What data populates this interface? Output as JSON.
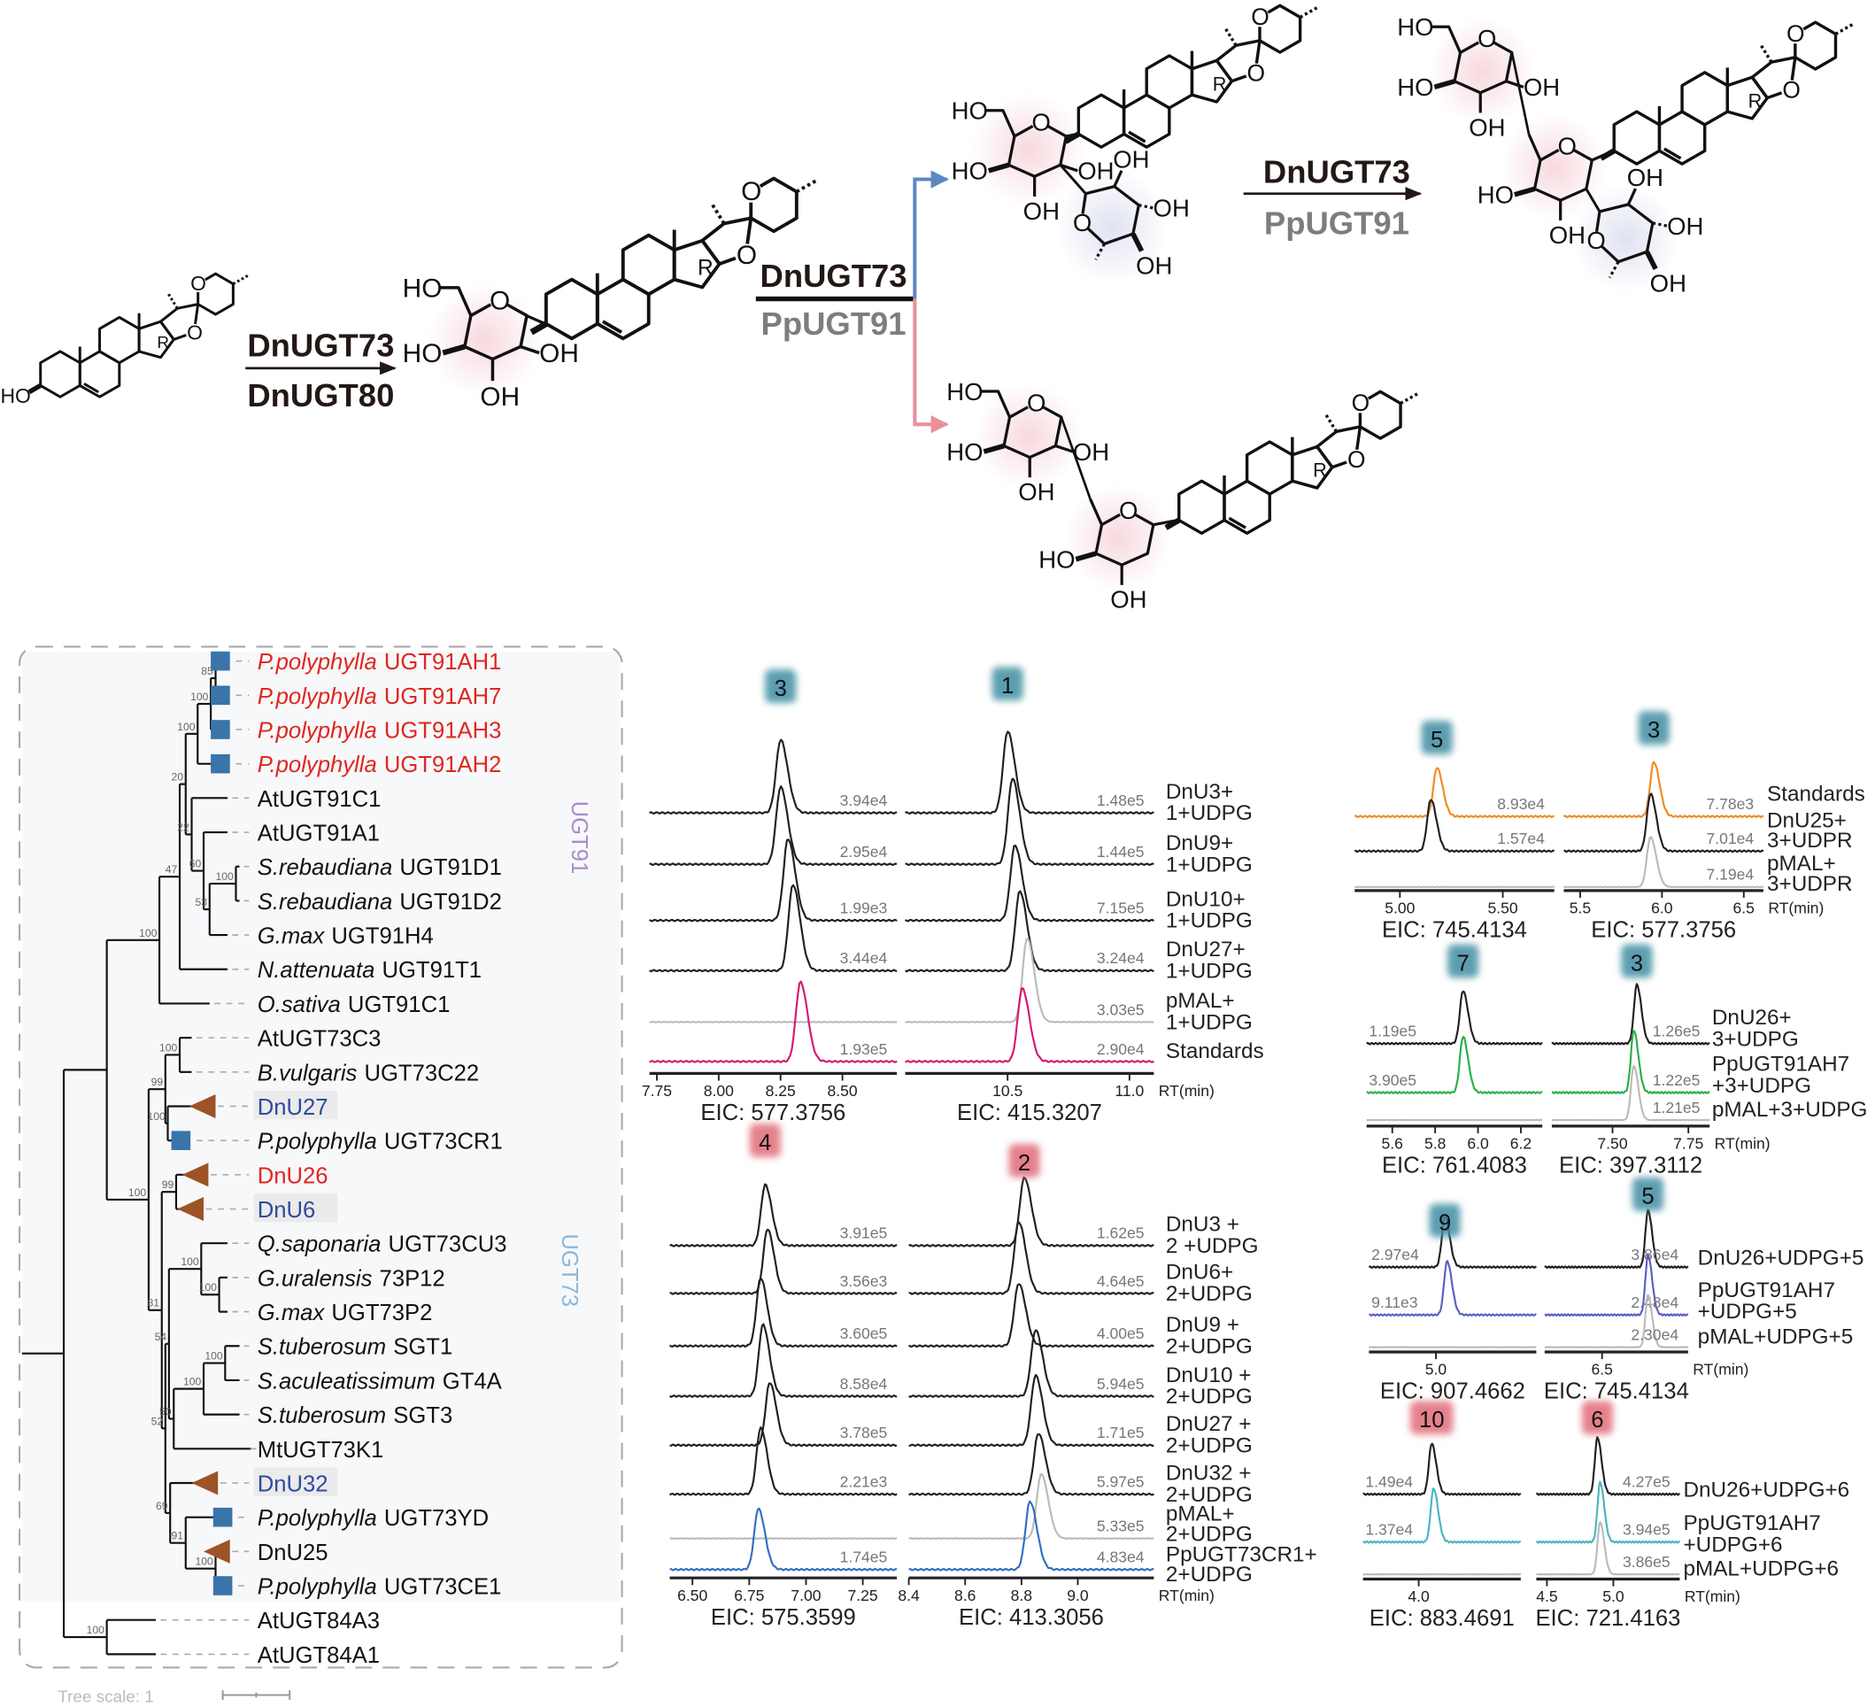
{
  "atoms": {
    "ho": "HO",
    "oh": "OH",
    "o": "O",
    "r": "R"
  },
  "reaction": {
    "step1": {
      "top": "DnUGT73",
      "bottom": "DnUGT80"
    },
    "step2": {
      "top": "DnUGT73",
      "bottom": "PpUGT91"
    },
    "step3": {
      "top": "DnUGT73",
      "bottom": "PpUGT91"
    },
    "colors": {
      "upper_branch": "#5b87c2",
      "lower_branch": "#e8919b"
    }
  },
  "tree": {
    "clade_labels": {
      "ugt91": "UGT91",
      "ugt73": "UGT73"
    },
    "scale_label": "Tree scale: 1",
    "leaves": [
      {
        "species": "P.polyphylla",
        "gene": "UGT91AH1",
        "color": "#e0261f",
        "marker": "square"
      },
      {
        "species": "P.polyphylla",
        "gene": "UGT91AH7",
        "color": "#e0261f",
        "marker": "square"
      },
      {
        "species": "P.polyphylla",
        "gene": "UGT91AH3",
        "color": "#e0261f",
        "marker": "square"
      },
      {
        "species": "P.polyphylla",
        "gene": "UGT91AH2",
        "color": "#e0261f",
        "marker": "square"
      },
      {
        "species": "",
        "gene": "AtUGT91C1",
        "color": "#111111",
        "marker": ""
      },
      {
        "species": "",
        "gene": "AtUGT91A1",
        "color": "#111111",
        "marker": ""
      },
      {
        "species": "S.rebaudiana",
        "gene": "UGT91D1",
        "color": "#111111",
        "marker": ""
      },
      {
        "species": "S.rebaudiana",
        "gene": "UGT91D2",
        "color": "#111111",
        "marker": ""
      },
      {
        "species": "G.max",
        "gene": "UGT91H4",
        "color": "#111111",
        "marker": ""
      },
      {
        "species": "N.attenuata",
        "gene": "UGT91T1",
        "color": "#111111",
        "marker": ""
      },
      {
        "species": "O.sativa",
        "gene": "UGT91C1",
        "color": "#111111",
        "marker": ""
      },
      {
        "species": "",
        "gene": "AtUGT73C3",
        "color": "#111111",
        "marker": ""
      },
      {
        "species": "B.vulgaris",
        "gene": "UGT73C22",
        "color": "#111111",
        "marker": ""
      },
      {
        "species": "",
        "gene": "DnU27",
        "color": "#2f4aa0",
        "marker": "triangle",
        "highlight": true
      },
      {
        "species": "P.polyphylla",
        "gene": "UGT73CR1",
        "color": "#111111",
        "marker": "square"
      },
      {
        "species": "",
        "gene": "DnU26",
        "color": "#e0261f",
        "marker": "triangle"
      },
      {
        "species": "",
        "gene": "DnU6",
        "color": "#2f4aa0",
        "marker": "triangle",
        "highlight": true
      },
      {
        "species": "Q.saponaria",
        "gene": "UGT73CU3",
        "color": "#111111",
        "marker": ""
      },
      {
        "species": "G.uralensis",
        "gene": "73P12",
        "color": "#111111",
        "marker": ""
      },
      {
        "species": "G.max",
        "gene": "UGT73P2",
        "color": "#111111",
        "marker": ""
      },
      {
        "species": "S.tuberosum",
        "gene": "SGT1",
        "color": "#111111",
        "marker": ""
      },
      {
        "species": "S.aculeatissimum",
        "gene": "GT4A",
        "color": "#111111",
        "marker": ""
      },
      {
        "species": "S.tuberosum",
        "gene": "SGT3",
        "color": "#111111",
        "marker": ""
      },
      {
        "species": "",
        "gene": "MtUGT73K1",
        "color": "#111111",
        "marker": ""
      },
      {
        "species": "",
        "gene": "DnU32",
        "color": "#2f4aa0",
        "marker": "triangle",
        "highlight": true
      },
      {
        "species": "P.polyphylla",
        "gene": "UGT73YD",
        "color": "#111111",
        "marker": "square"
      },
      {
        "species": "",
        "gene": "DnU25",
        "color": "#111111",
        "marker": "triangle"
      },
      {
        "species": "P.polyphylla",
        "gene": "UGT73CE1",
        "color": "#111111",
        "marker": "square"
      },
      {
        "species": "",
        "gene": "AtUGT84A3",
        "color": "#111111",
        "marker": ""
      },
      {
        "species": "",
        "gene": "AtUGT84A1",
        "color": "#111111",
        "marker": ""
      }
    ],
    "bootstrap": [
      "85",
      "100",
      "100",
      "20",
      "22",
      "60",
      "100",
      "53",
      "47",
      "100",
      "100",
      "100",
      "99",
      "99",
      "100",
      "100",
      "100",
      "100",
      "50",
      "54",
      "91",
      "100",
      "69",
      "52",
      "81",
      "100",
      "100"
    ],
    "marker_colors": {
      "square": "#3a74a8",
      "triangle": "#9c5326"
    }
  },
  "chromatograms": {
    "rt_label": "RT(min)",
    "groups": [
      {
        "samples": [
          [
            "DnU3+",
            "1+UDPG"
          ],
          [
            "DnU9+",
            "1+UDPG"
          ],
          [
            "DnU10+",
            "1+UDPG"
          ],
          [
            "DnU27+",
            "1+UDPG"
          ],
          [
            "pMAL+",
            "1+UDPG"
          ],
          [
            "Standards"
          ]
        ],
        "panels": [
          {
            "badge": "3",
            "badge_color": "#3f8ea3",
            "eic": "EIC: 577.3756",
            "x_range": [
              7.72,
              8.72
            ],
            "ticks": [
              "7.75",
              "8.00",
              "8.25",
              "8.50"
            ],
            "traces": [
              {
                "intensity": "3.94e4",
                "color": "#231f20",
                "rt": 8.25
              },
              {
                "intensity": "2.95e4",
                "color": "#231f20",
                "rt": 8.25
              },
              {
                "intensity": "1.99e3",
                "color": "#231f20",
                "rt": 8.28
              },
              {
                "intensity": "3.44e4",
                "color": "#231f20",
                "rt": 8.3
              },
              {
                "intensity": "",
                "color": "#bbbbbb",
                "rt": null
              },
              {
                "intensity": "1.93e5",
                "color": "#d6186e",
                "rt": 8.33
              }
            ]
          },
          {
            "badge": "1",
            "badge_color": "#3f8ea3",
            "eic": "EIC: 415.3207",
            "x_range": [
              10.08,
              11.1
            ],
            "ticks": [
              "10.5",
              "11.0"
            ],
            "traces": [
              {
                "intensity": "1.48e5",
                "color": "#231f20",
                "rt": 10.5
              },
              {
                "intensity": "1.44e5",
                "color": "#231f20",
                "rt": 10.52
              },
              {
                "intensity": "7.15e5",
                "color": "#231f20",
                "rt": 10.53
              },
              {
                "intensity": "3.24e4",
                "color": "#231f20",
                "rt": 10.55
              },
              {
                "intensity": "3.03e5",
                "color": "#bbbbbb",
                "rt": 10.58
              },
              {
                "intensity": "2.90e4",
                "color": "#d6186e",
                "rt": 10.56
              }
            ]
          }
        ]
      },
      {
        "samples": [
          [
            "DnU3 +",
            "2 +UDPG"
          ],
          [
            "DnU6+",
            "2+UDPG"
          ],
          [
            "DnU9 +",
            "2+UDPG"
          ],
          [
            "DnU10 +",
            "2+UDPG"
          ],
          [
            "DnU27 +",
            "2+UDPG"
          ],
          [
            "DnU32 +",
            "2+UDPG"
          ],
          [
            "pMAL+",
            "2+UDPG"
          ],
          [
            "PpUGT73CR1+",
            "2+UDPG"
          ]
        ],
        "panels": [
          {
            "badge": "4",
            "badge_color": "#e06c78",
            "eic": "EIC: 575.3599",
            "x_range": [
              6.4,
              7.4
            ],
            "ticks": [
              "6.50",
              "6.75",
              "7.00",
              "7.25"
            ],
            "traces": [
              {
                "intensity": "3.91e5",
                "color": "#231f20",
                "rt": 6.82
              },
              {
                "intensity": "3.56e3",
                "color": "#231f20",
                "rt": 6.83
              },
              {
                "intensity": "3.60e5",
                "color": "#231f20",
                "rt": 6.8
              },
              {
                "intensity": "8.58e4",
                "color": "#231f20",
                "rt": 6.81
              },
              {
                "intensity": "3.78e5",
                "color": "#231f20",
                "rt": 6.84
              },
              {
                "intensity": "2.21e3",
                "color": "#231f20",
                "rt": 6.8
              },
              {
                "intensity": "",
                "color": "#bbbbbb",
                "rt": null
              },
              {
                "intensity": "1.74e5",
                "color": "#2f6fc4",
                "rt": 6.79
              }
            ]
          },
          {
            "badge": "2",
            "badge_color": "#e06c78",
            "eic": "EIC: 413.3056",
            "x_range": [
              8.4,
              9.27
            ],
            "ticks": [
              "8.4",
              "8.6",
              "8.8",
              "9.0"
            ],
            "traces": [
              {
                "intensity": "1.62e5",
                "color": "#231f20",
                "rt": 8.81
              },
              {
                "intensity": "4.64e5",
                "color": "#231f20",
                "rt": 8.79
              },
              {
                "intensity": "4.00e5",
                "color": "#231f20",
                "rt": 8.79
              },
              {
                "intensity": "5.94e5",
                "color": "#231f20",
                "rt": 8.85
              },
              {
                "intensity": "1.71e5",
                "color": "#231f20",
                "rt": 8.85
              },
              {
                "intensity": "5.97e5",
                "color": "#231f20",
                "rt": 8.86
              },
              {
                "intensity": "5.33e5",
                "color": "#bbbbbb",
                "rt": 8.87
              },
              {
                "intensity": "4.83e4",
                "color": "#2f6fc4",
                "rt": 8.83
              }
            ]
          }
        ]
      },
      {
        "samples": [
          [
            "Standards"
          ],
          [
            "DnU25+",
            "3+UDPR"
          ],
          [
            "pMAL+",
            "3+UDPR"
          ]
        ],
        "panels": [
          {
            "badge": "5",
            "badge_color": "#3f8ea3",
            "eic": "EIC: 745.4134",
            "x_range": [
              4.78,
              5.75
            ],
            "ticks": [
              "5.00",
              "5.50"
            ],
            "traces": [
              {
                "intensity": "8.93e4",
                "color": "#f08a24",
                "rt": 5.18
              },
              {
                "intensity": "1.57e4",
                "color": "#231f20",
                "rt": 5.15
              },
              {
                "intensity": "",
                "color": "#bbbbbb",
                "rt": null
              }
            ]
          },
          {
            "badge": "3",
            "badge_color": "#3f8ea3",
            "eic": "EIC: 577.3756",
            "x_range": [
              5.4,
              6.62
            ],
            "ticks": [
              "5.5",
              "6.0",
              "6.5"
            ],
            "traces": [
              {
                "intensity": "7.78e3",
                "color": "#f08a24",
                "rt": 5.95
              },
              {
                "intensity": "7.01e4",
                "color": "#231f20",
                "rt": 5.93
              },
              {
                "intensity": "7.19e4",
                "color": "#bbbbbb",
                "rt": 5.93
              }
            ]
          }
        ]
      },
      {
        "samples": [
          [
            "DnU26+",
            "3+UDPG"
          ],
          [
            "PpUGT91AH7",
            " +3+UDPG"
          ],
          [
            "pMAL+3+UDPG"
          ]
        ],
        "panels": [
          {
            "badge": "7",
            "badge_color": "#3f8ea3",
            "eic": "EIC: 761.4083",
            "x_range": [
              5.48,
              6.3
            ],
            "ticks": [
              "5.6",
              "5.8",
              "6.0",
              "6.2"
            ],
            "traces": [
              {
                "intensity": "1.19e5",
                "color": "#231f20",
                "rt": 5.93
              },
              {
                "intensity": "3.90e5",
                "color": "#28b04a",
                "rt": 5.93
              },
              {
                "intensity": "",
                "color": "#bbbbbb",
                "rt": null
              }
            ]
          },
          {
            "badge": "3",
            "badge_color": "#3f8ea3",
            "eic": "EIC: 397.3112",
            "x_range": [
              7.3,
              7.82
            ],
            "ticks": [
              "7.50",
              "7.75"
            ],
            "traces": [
              {
                "intensity": "1.26e5",
                "color": "#231f20",
                "rt": 7.58
              },
              {
                "intensity": "1.22e5",
                "color": "#28b04a",
                "rt": 7.57
              },
              {
                "intensity": "1.21e5",
                "color": "#bbbbbb",
                "rt": 7.57
              }
            ]
          }
        ]
      },
      {
        "samples": [
          [
            "DnU26+UDPG+5"
          ],
          [
            "PpUGT91AH7",
            "  +UDPG+5"
          ],
          [
            "pMAL+UDPG+5"
          ]
        ],
        "panels": [
          {
            "badge": "9",
            "badge_color": "#3f8ea3",
            "eic": "EIC: 907.4662",
            "x_range": [
              4.7,
              5.45
            ],
            "ticks": [
              "5.0"
            ],
            "traces": [
              {
                "intensity": "2.97e4",
                "color": "#231f20",
                "rt": 5.04
              },
              {
                "intensity": "9.11e3",
                "color": "#5b5fc7",
                "rt": 5.05
              },
              {
                "intensity": "",
                "color": "#bbbbbb",
                "rt": null
              }
            ]
          },
          {
            "badge": "5",
            "badge_color": "#3f8ea3",
            "eic": "EIC: 745.4134",
            "x_range": [
              6.2,
              6.95
            ],
            "ticks": [
              "6.5"
            ],
            "traces": [
              {
                "intensity": "3.86e4",
                "color": "#231f20",
                "rt": 6.74
              },
              {
                "intensity": "2.48e4",
                "color": "#5b5fc7",
                "rt": 6.74
              },
              {
                "intensity": "2.30e4",
                "color": "#bbbbbb",
                "rt": 6.74
              }
            ]
          }
        ]
      },
      {
        "samples": [
          [
            "DnU26+UDPG+6"
          ],
          [
            "PpUGT91AH7",
            "  +UDPG+6"
          ],
          [
            "pMAL+UDPG+6"
          ]
        ],
        "panels": [
          {
            "badge": "10",
            "badge_color": "#e06c78",
            "eic": "EIC: 883.4691",
            "x_range": [
              3.7,
              4.55
            ],
            "ticks": [
              "4.0"
            ],
            "traces": [
              {
                "intensity": "1.49e4",
                "color": "#231f20",
                "rt": 4.07
              },
              {
                "intensity": "1.37e4",
                "color": "#4bb5c0",
                "rt": 4.08
              },
              {
                "intensity": "",
                "color": "#bbbbbb",
                "rt": null
              }
            ]
          },
          {
            "badge": "6",
            "badge_color": "#e06c78",
            "eic": "EIC: 721.4163",
            "x_range": [
              4.42,
              5.5
            ],
            "ticks": [
              "4.5",
              "5.0"
            ],
            "traces": [
              {
                "intensity": "4.27e5",
                "color": "#231f20",
                "rt": 4.88
              },
              {
                "intensity": "3.94e5",
                "color": "#4bb5c0",
                "rt": 4.9
              },
              {
                "intensity": "3.86e5",
                "color": "#bbbbbb",
                "rt": 4.9
              }
            ]
          }
        ]
      }
    ]
  }
}
